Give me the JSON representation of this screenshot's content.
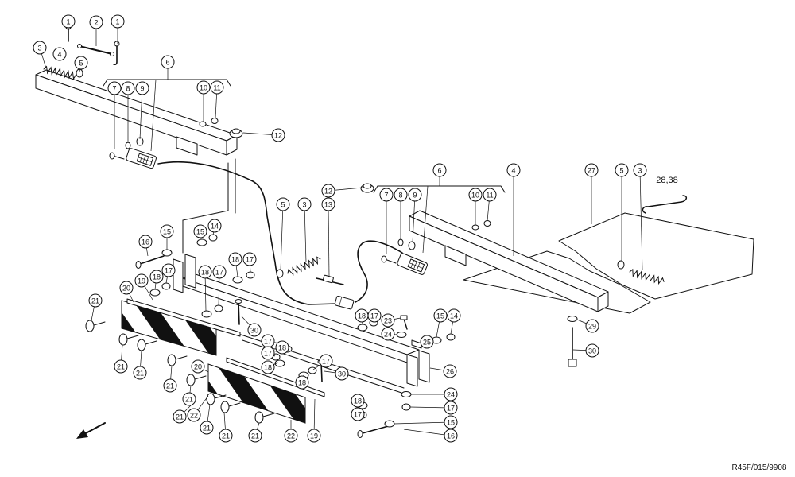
{
  "diagram": {
    "callouts": [
      "1",
      "2",
      "1",
      "3",
      "4",
      "5",
      "6",
      "7",
      "8",
      "9",
      "10",
      "11",
      "12",
      "6",
      "4",
      "27",
      "5",
      "3",
      "12",
      "7",
      "8",
      "9",
      "10",
      "11",
      "5",
      "3",
      "13",
      "14",
      "15",
      "15",
      "16",
      "18",
      "17",
      "17",
      "18",
      "19",
      "20",
      "18",
      "17",
      "21",
      "30",
      "17",
      "18",
      "17",
      "18",
      "17",
      "30",
      "18",
      "21",
      "21",
      "20",
      "21",
      "21",
      "21",
      "22",
      "21",
      "21",
      "21",
      "22",
      "19",
      "18",
      "17",
      "23",
      "24",
      "25",
      "15",
      "14",
      "26",
      "24",
      "18",
      "17",
      "17",
      "15",
      "16",
      "29",
      "30"
    ],
    "extra_label": "28,38",
    "reference_code": "R45F/015/9908"
  },
  "colors": {
    "ink": "#111111",
    "background": "#ffffff"
  }
}
